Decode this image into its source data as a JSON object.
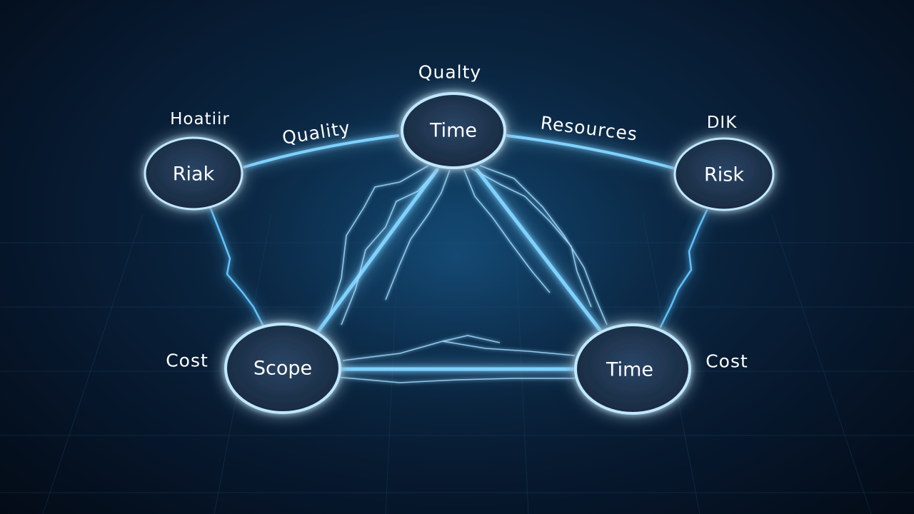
{
  "diagram": {
    "nodes": {
      "top": "Time",
      "left": "Riak",
      "right": "Risk",
      "bottom_left": "Scope",
      "bottom_right": "Time"
    },
    "labels": {
      "top": "Qualty",
      "left_upper": "Hoatiir",
      "left_edge": "Quality",
      "right_edge": "Resources",
      "right_upper": "DIK",
      "left_lower": "Cost",
      "right_lower": "Cost"
    },
    "colors": {
      "background": "#0a2540",
      "node_fill": "#1f3550",
      "glow": "#3fb2ff",
      "line_core": "#e8f7ff"
    }
  }
}
